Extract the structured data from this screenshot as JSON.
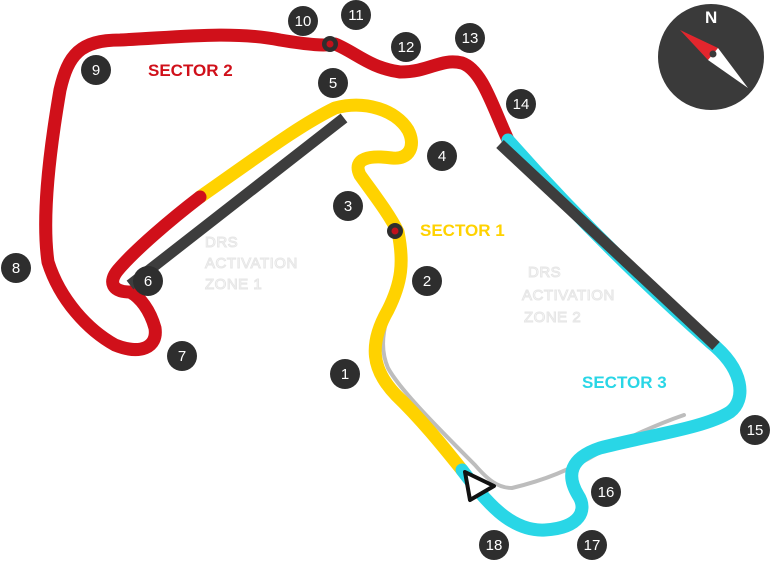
{
  "sectors": [
    {
      "label": "SECTOR 1",
      "color": "#ffd200"
    },
    {
      "label": "SECTOR 2",
      "color": "#d0101a"
    },
    {
      "label": "SECTOR 3",
      "color": "#29d6e6"
    }
  ],
  "drs_zones": [
    {
      "lines": [
        "DRS",
        "ACTIVATION",
        "ZONE 1"
      ]
    },
    {
      "lines": [
        "DRS",
        "ACTIVATION",
        "ZONE 2"
      ]
    }
  ],
  "turns": [
    "1",
    "2",
    "3",
    "4",
    "5",
    "6",
    "7",
    "8",
    "9",
    "10",
    "11",
    "12",
    "13",
    "14",
    "15",
    "16",
    "17",
    "18"
  ],
  "compass": {
    "north_label": "N",
    "bg_color": "#3a3a3a",
    "needle_north_color": "#e3262d",
    "needle_south_color": "#ffffff"
  },
  "colors": {
    "drs_bar": "#3d3d3d",
    "pit_lane": "#bdbdbd",
    "turn_marker": "#2e2e2e",
    "sector_marker": "#c1111b"
  }
}
